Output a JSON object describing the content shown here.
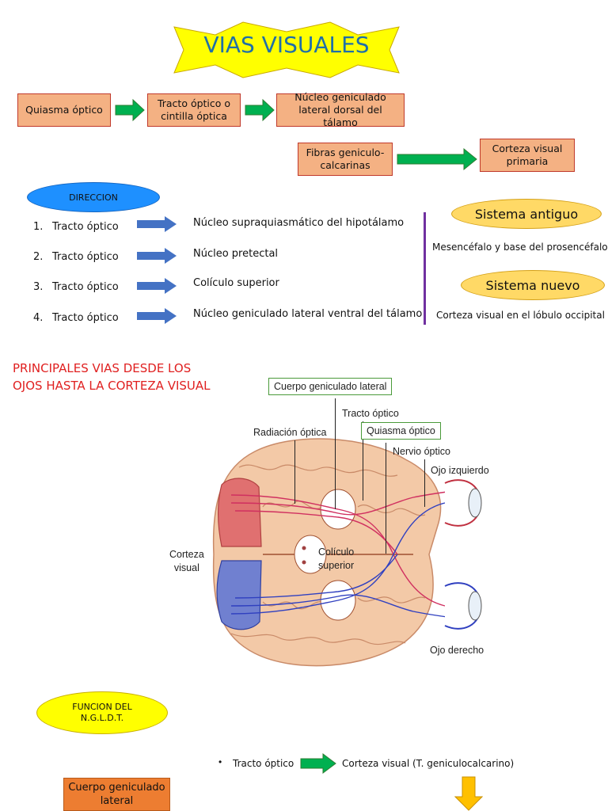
{
  "title": "VIAS VISUALES",
  "flow": {
    "box1": "Quiasma óptico",
    "box2": "Tracto óptico o cintilla óptica",
    "box3": "Núcleo geniculado lateral dorsal del tálamo",
    "box4": "Fibras geniculo-calcarinas",
    "box5": "Corteza visual primaria"
  },
  "direccion": {
    "label": "DIRECCION",
    "items": [
      {
        "num": "1.",
        "source": "Tracto óptico",
        "target": "Núcleo supraquiasmático del hipotálamo"
      },
      {
        "num": "2.",
        "source": "Tracto óptico",
        "target": "Núcleo pretectal"
      },
      {
        "num": "3.",
        "source": "Tracto óptico",
        "target": "Colículo superior"
      },
      {
        "num": "4.",
        "source": "Tracto óptico",
        "target": "Núcleo geniculado lateral ventral del tálamo"
      }
    ]
  },
  "systems": {
    "antiguo_label": "Sistema antiguo",
    "antiguo_desc": "Mesencéfalo y base del prosencéfalo",
    "nuevo_label": "Sistema nuevo",
    "nuevo_desc": "Corteza visual en el lóbulo occipital"
  },
  "section2": {
    "heading_line1": "PRINCIPALES VIAS DESDE LOS",
    "heading_line2": "OJOS HASTA LA CORTEZA VISUAL"
  },
  "figure": {
    "cuerpo_geniculado": "Cuerpo geniculado lateral",
    "tracto_optico": "Tracto óptico",
    "radiacion_optica": "Radiación óptica",
    "quiasma_optico": "Quiasma óptico",
    "nervio_optico": "Nervio óptico",
    "ojo_izquierdo": "Ojo izquierdo",
    "corteza_line1": "Corteza",
    "corteza_line2": "visual",
    "coliculo_line1": "Colículo",
    "coliculo_line2": "superior",
    "ojo_derecho": "Ojo derecho"
  },
  "funcion": {
    "label_line1": "FUNCION DEL",
    "label_line2": "N.G.L.D.T.",
    "bullet": "•",
    "source": "Tracto óptico",
    "target": "Corteza visual (T. geniculocalcarino)",
    "bottom_box": "Cuerpo geniculado lateral"
  },
  "colors": {
    "title_star": "#ffff00",
    "title_text": "#1f6fa8",
    "box_fill": "#f4b183",
    "box_border": "#c0392b",
    "green_arrow": "#00b050",
    "blue_arrow": "#4472c4",
    "ellipse_yellow": "#ffd966",
    "ellipse_blue": "#1e90ff",
    "heading_red": "#e02020",
    "purple_line": "#7030a0",
    "orange_box": "#ed7d31",
    "gold_arrow": "#ffc000"
  }
}
